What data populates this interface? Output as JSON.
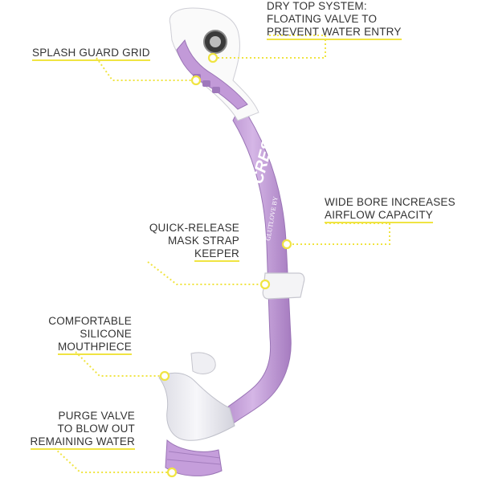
{
  "product": {
    "brand": "CRESSI",
    "model_text": "GLUTLOVE BY"
  },
  "callouts": {
    "dry_top": [
      "DRY TOP SYSTEM:",
      "FLOATING VALVE TO",
      "PREVENT WATER ENTRY"
    ],
    "splash_guard": [
      "SPLASH GUARD GRID"
    ],
    "wide_bore": [
      "WIDE BORE INCREASES",
      "AIRFLOW CAPACITY"
    ],
    "strap_keeper": [
      "QUICK-RELEASE",
      "MASK STRAP",
      "KEEPER"
    ],
    "mouthpiece": [
      "COMFORTABLE",
      "SILICONE",
      "MOUTHPIECE"
    ],
    "purge_valve": [
      "PURGE VALVE",
      "TO BLOW OUT",
      "REMAINING WATER"
    ]
  },
  "colors": {
    "tube": "#c9a3dd",
    "tube_dark": "#a87ec4",
    "accent": "#f0e442",
    "clear": "#e8e8ee",
    "white_part": "#fafafa"
  }
}
